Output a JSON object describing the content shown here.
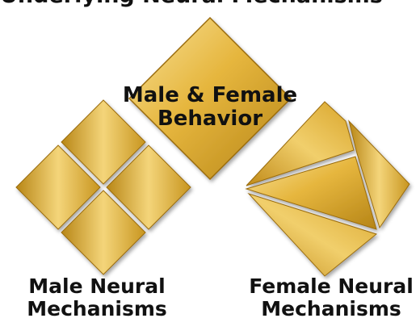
{
  "heading": {
    "text": "Underlying Neural Mechanisms"
  },
  "center_diamond": {
    "line1": "Male & Female",
    "line2": "Behavior"
  },
  "left_diamond": {
    "line1": "Male Neural",
    "line2": "Mechanisms"
  },
  "right_diamond": {
    "line1": "Female Neural",
    "line2": "Mechanisms"
  },
  "colors": {
    "gold_light": "#f6dc8a",
    "gold_mid": "#e0ac2e",
    "gold_dark": "#b07d12",
    "gap": "#9aa0a6",
    "text": "#111111"
  }
}
